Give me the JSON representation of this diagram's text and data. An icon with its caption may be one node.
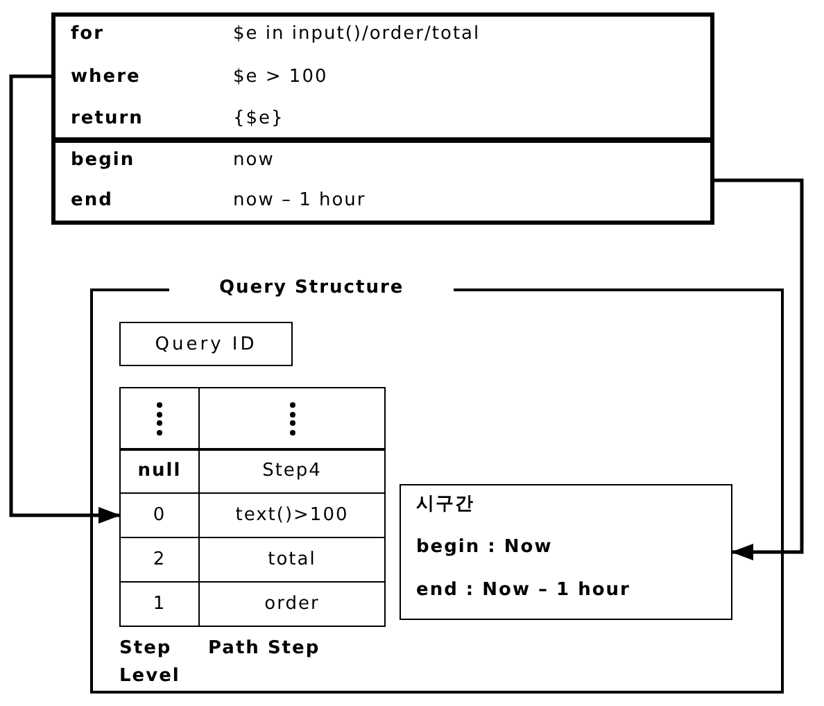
{
  "diagram": {
    "nodes": [
      {
        "text": [
          "for",
          "$e in input()/order/total",
          "where",
          "$e > 100",
          "return",
          "{$e}"
        ]
      },
      {
        "text": [
          "begin",
          "now",
          "end",
          "now – 1 hour"
        ]
      },
      {
        "text": [
          "Query Structure"
        ]
      },
      {
        "text": [
          "Query ID"
        ],
        "in": 2
      },
      {
        "text": [
          "Step Level",
          "Path Step"
        ],
        "in": 2
      },
      {
        "text": [],
        "shape": "box",
        "in": 4
      },
      {
        "text": [
          "null",
          "Step4"
        ],
        "in": 4
      },
      {
        "text": [
          "0",
          "text()>100"
        ],
        "in": 4
      },
      {
        "text": [
          "2",
          "total"
        ],
        "in": 4
      },
      {
        "text": [
          "1",
          "order"
        ],
        "in": 4
      },
      {
        "text": [
          "시구간",
          "begin : Now",
          "end : Now – 1 hour"
        ],
        "in": 2
      }
    ],
    "edges": [
      {
        "from": 0,
        "to": 7,
        "arrow": "to"
      },
      {
        "from": 1,
        "to": 10,
        "arrow": "to"
      }
    ]
  }
}
